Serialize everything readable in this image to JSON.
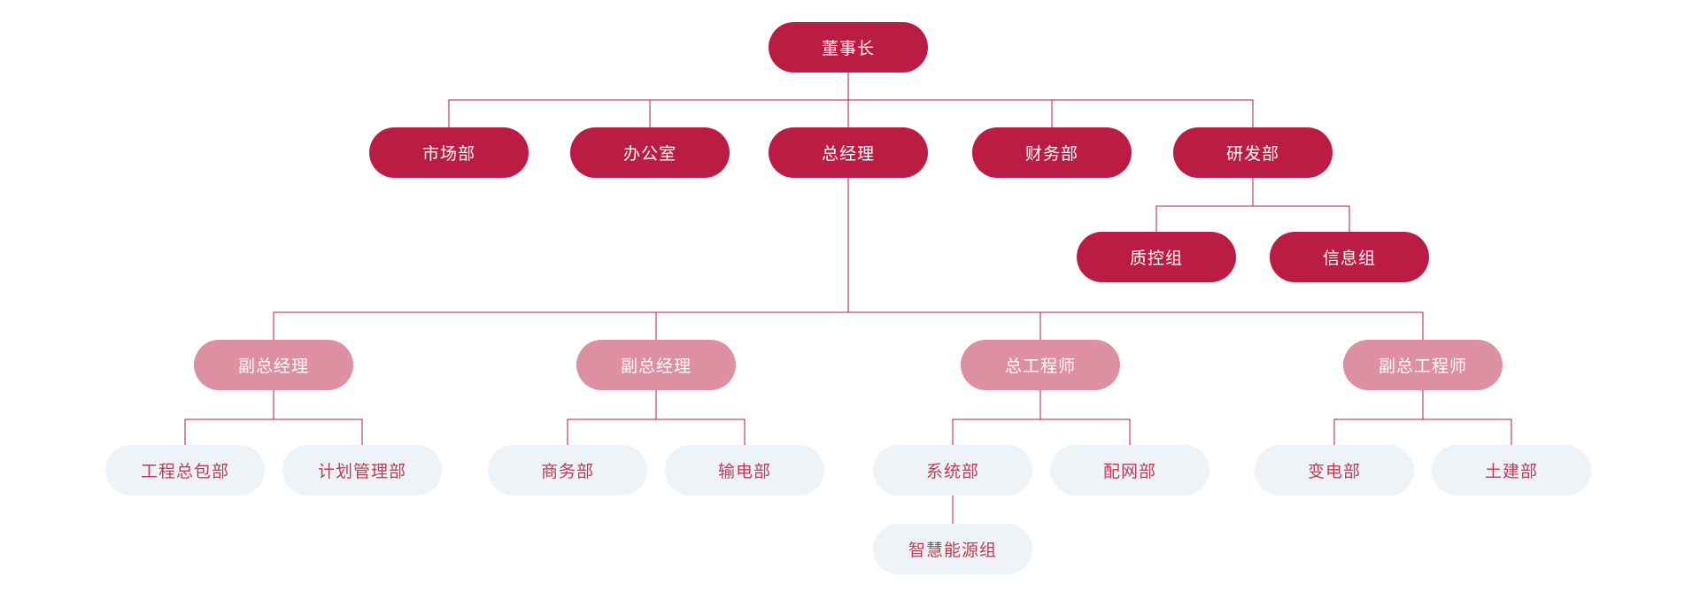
{
  "diagram": {
    "type": "org-chart",
    "colors": {
      "primary_node_bg": "#BB1C43",
      "secondary_node_bg": "#DD90A2",
      "leaf_node_bg": "#EEF3F8",
      "leaf_node_text": "#C13A52",
      "node_text": "#FFFFFF",
      "connector_line": "#AE1E41",
      "background": "#FFFFFF"
    },
    "nodes": {
      "chairman": "董事长",
      "marketing_dept": "市场部",
      "office": "办公室",
      "general_manager": "总经理",
      "finance_dept": "财务部",
      "rnd_dept": "研发部",
      "quality_control_group": "质控组",
      "information_group": "信息组",
      "deputy_gm_1": "副总经理",
      "deputy_gm_2": "副总经理",
      "chief_engineer": "总工程师",
      "deputy_chief_engineer": "副总工程师",
      "epc_dept": "工程总包部",
      "planning_dept": "计划管理部",
      "commerce_dept": "商务部",
      "transmission_dept": "输电部",
      "system_dept": "系统部",
      "distribution_dept": "配网部",
      "substation_dept": "变电部",
      "civil_dept": "土建部",
      "smart_energy_group": "智慧能源组"
    },
    "hierarchy": {
      "chairman": [
        "marketing_dept",
        "office",
        "general_manager",
        "finance_dept",
        "rnd_dept"
      ],
      "rnd_dept": [
        "quality_control_group",
        "information_group"
      ],
      "general_manager": [
        "deputy_gm_1",
        "deputy_gm_2",
        "chief_engineer",
        "deputy_chief_engineer"
      ],
      "deputy_gm_1": [
        "epc_dept",
        "planning_dept"
      ],
      "deputy_gm_2": [
        "commerce_dept",
        "transmission_dept"
      ],
      "chief_engineer": [
        "system_dept",
        "distribution_dept"
      ],
      "deputy_chief_engineer": [
        "substation_dept",
        "civil_dept"
      ],
      "system_dept": [
        "smart_energy_group"
      ]
    }
  }
}
